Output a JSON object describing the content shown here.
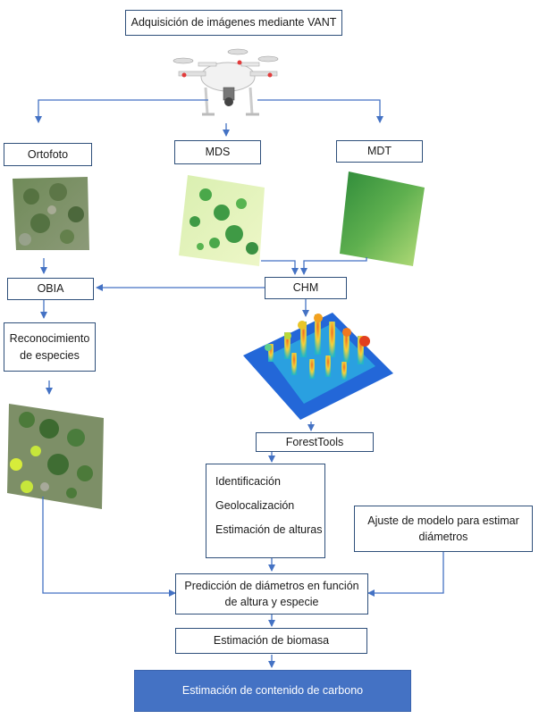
{
  "title": "Adquisición de imágenes mediante VANT",
  "nodes": {
    "ortofoto": "Ortofoto",
    "mds": "MDS",
    "mdt": "MDT",
    "obia": "OBIA",
    "chm": "CHM",
    "reconocimiento_line1": "Reconocimiento",
    "reconocimiento_line2": "de especies",
    "foresttools": "ForestTools",
    "process_items": [
      "Identificación",
      "Geolocalización",
      "Estimación de alturas"
    ],
    "ajuste_line1": "Ajuste de modelo para estimar",
    "ajuste_line2": "diámetros",
    "prediccion_line1": "Predicción de diámetros en función",
    "prediccion_line2": "de altura y especie",
    "biomasa": "Estimación de biomasa",
    "carbono": "Estimación de contenido de carbono"
  },
  "images": [
    "drone-image",
    "orthophoto-image",
    "dsm-image",
    "dtm-image",
    "chm-3d-image",
    "species-classified-image"
  ],
  "colors": {
    "border": "#2e4f7a",
    "arrow": "#4472c4",
    "final_fill": "#4472c4"
  }
}
